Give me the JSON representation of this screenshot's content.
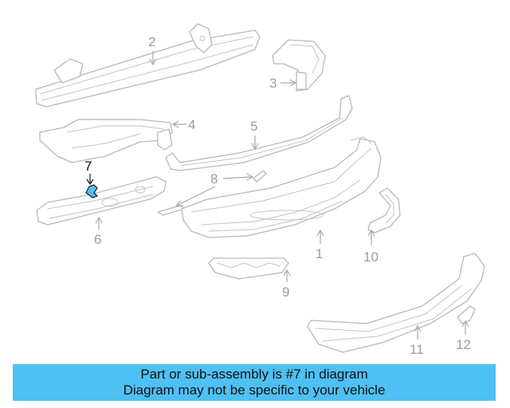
{
  "callouts": [
    "1",
    "2",
    "3",
    "4",
    "5",
    "6",
    "7",
    "8",
    "9",
    "10",
    "11",
    "12"
  ],
  "highlight": {
    "callout": "7",
    "color": "#4fc0f3"
  },
  "banner": {
    "line1": "Part or sub-assembly is #7 in diagram",
    "line2": "Diagram may not be specific to your vehicle",
    "color": "#4fc0f3"
  }
}
